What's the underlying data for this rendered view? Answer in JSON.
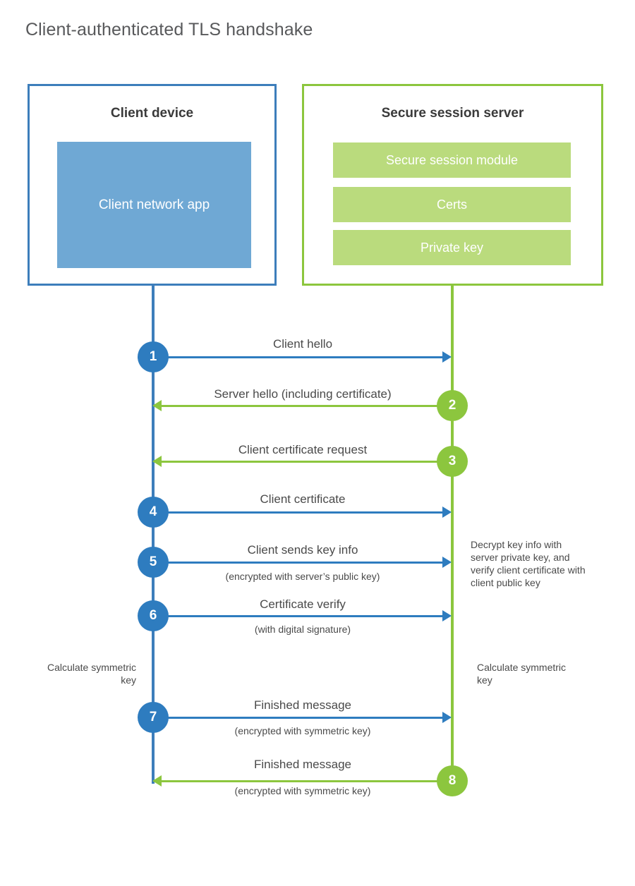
{
  "title": "Client-authenticated TLS handshake",
  "actors": {
    "client": {
      "title": "Client device",
      "app_label": "Client network app"
    },
    "server": {
      "title": "Secure session server",
      "components": [
        "Secure session module",
        "Certs",
        "Private key"
      ]
    }
  },
  "steps": [
    {
      "number": "1",
      "label": "Client hello",
      "sublabel": "",
      "direction": "client-to-server",
      "color": "blue"
    },
    {
      "number": "2",
      "label": "Server hello (including certificate)",
      "sublabel": "",
      "direction": "server-to-client",
      "color": "green"
    },
    {
      "number": "3",
      "label": "Client certificate request",
      "sublabel": "",
      "direction": "server-to-client",
      "color": "green"
    },
    {
      "number": "4",
      "label": "Client certificate",
      "sublabel": "",
      "direction": "client-to-server",
      "color": "blue"
    },
    {
      "number": "5",
      "label": "Client sends key info",
      "sublabel": "(encrypted with server’s public key)",
      "direction": "client-to-server",
      "color": "blue"
    },
    {
      "number": "6",
      "label": "Certificate verify",
      "sublabel": "(with digital signature)",
      "direction": "client-to-server",
      "color": "blue"
    },
    {
      "number": "7",
      "label": "Finished message",
      "sublabel": "(encrypted with symmetric key)",
      "direction": "client-to-server",
      "color": "blue"
    },
    {
      "number": "8",
      "label": "Finished message",
      "sublabel": "(encrypted with symmetric key)",
      "direction": "server-to-client",
      "color": "green"
    }
  ],
  "notes": {
    "server_decrypt": "Decrypt key info with server private key, and verify client certificate with client public key",
    "client_calculate": "Calculate symmetric key",
    "server_calculate": "Calculate symmetric key"
  },
  "colors": {
    "client_border": "#3d7ebb",
    "client_app_fill": "#6fa8d4",
    "client_accent": "#2e7cbf",
    "server_border": "#8cc63e",
    "server_bar_fill": "#badb7d",
    "server_accent": "#8cc63e",
    "title_text": "#58595b",
    "body_text": "#4a4a4a"
  }
}
